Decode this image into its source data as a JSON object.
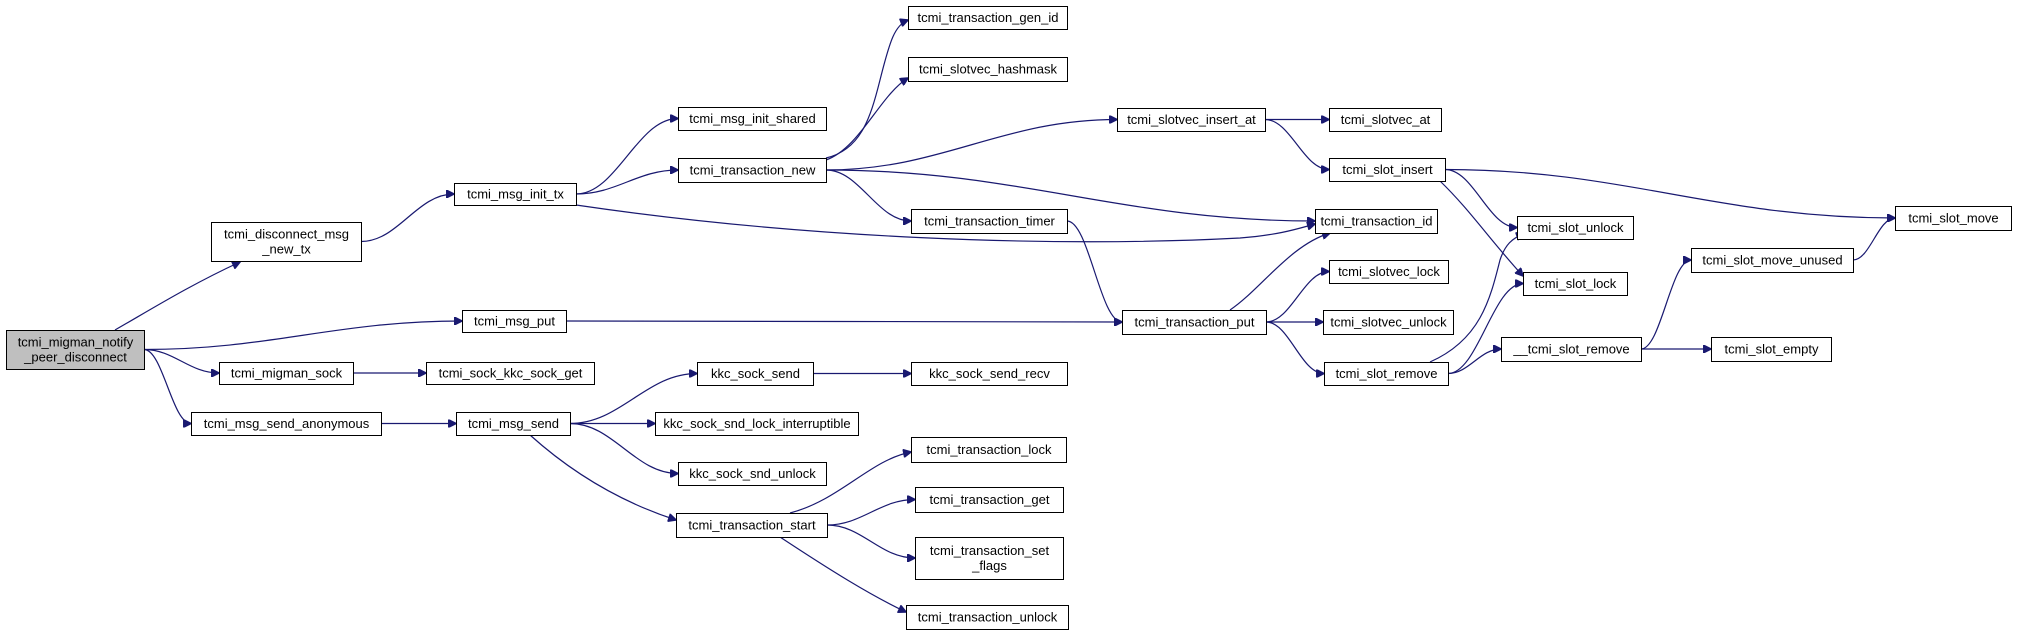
{
  "diagram": {
    "root": "tcmi_migman_notify_peer_disconnect",
    "nodes": [
      {
        "id": "root",
        "lines": [
          "tcmi_migman_notify",
          "_peer_disconnect"
        ]
      },
      {
        "id": "disconnect_msg_new_tx",
        "lines": [
          "tcmi_disconnect_msg",
          "_new_tx"
        ]
      },
      {
        "id": "msg_init_tx",
        "lines": [
          "tcmi_msg_init_tx"
        ]
      },
      {
        "id": "msg_init_shared",
        "lines": [
          "tcmi_msg_init_shared"
        ]
      },
      {
        "id": "transaction_new",
        "lines": [
          "tcmi_transaction_new"
        ]
      },
      {
        "id": "transaction_gen_id",
        "lines": [
          "tcmi_transaction_gen_id"
        ]
      },
      {
        "id": "slotvec_hashmask",
        "lines": [
          "tcmi_slotvec_hashmask"
        ]
      },
      {
        "id": "slotvec_insert_at",
        "lines": [
          "tcmi_slotvec_insert_at"
        ]
      },
      {
        "id": "slotvec_at",
        "lines": [
          "tcmi_slotvec_at"
        ]
      },
      {
        "id": "slot_insert",
        "lines": [
          "tcmi_slot_insert"
        ]
      },
      {
        "id": "transaction_id",
        "lines": [
          "tcmi_transaction_id"
        ]
      },
      {
        "id": "transaction_timer",
        "lines": [
          "tcmi_transaction_timer"
        ]
      },
      {
        "id": "slot_unlock",
        "lines": [
          "tcmi_slot_unlock"
        ]
      },
      {
        "id": "slot_move",
        "lines": [
          "tcmi_slot_move"
        ]
      },
      {
        "id": "slotvec_lock",
        "lines": [
          "tcmi_slotvec_lock"
        ]
      },
      {
        "id": "slot_lock",
        "lines": [
          "tcmi_slot_lock"
        ]
      },
      {
        "id": "slot_move_unused",
        "lines": [
          "tcmi_slot_move_unused"
        ]
      },
      {
        "id": "msg_put",
        "lines": [
          "tcmi_msg_put"
        ]
      },
      {
        "id": "transaction_put",
        "lines": [
          "tcmi_transaction_put"
        ]
      },
      {
        "id": "slotvec_unlock",
        "lines": [
          "tcmi_slotvec_unlock"
        ]
      },
      {
        "id": "slot_remove_internal",
        "lines": [
          "__tcmi_slot_remove"
        ]
      },
      {
        "id": "slot_empty",
        "lines": [
          "tcmi_slot_empty"
        ]
      },
      {
        "id": "slot_remove",
        "lines": [
          "tcmi_slot_remove"
        ]
      },
      {
        "id": "migman_sock",
        "lines": [
          "tcmi_migman_sock"
        ]
      },
      {
        "id": "sock_kkc_sock_get",
        "lines": [
          "tcmi_sock_kkc_sock_get"
        ]
      },
      {
        "id": "kkc_sock_send",
        "lines": [
          "kkc_sock_send"
        ]
      },
      {
        "id": "kkc_sock_send_recv",
        "lines": [
          "kkc_sock_send_recv"
        ]
      },
      {
        "id": "msg_send_anonymous",
        "lines": [
          "tcmi_msg_send_anonymous"
        ]
      },
      {
        "id": "msg_send",
        "lines": [
          "tcmi_msg_send"
        ]
      },
      {
        "id": "kkc_sock_snd_lock_interruptible",
        "lines": [
          "kkc_sock_snd_lock_interruptible"
        ]
      },
      {
        "id": "kkc_sock_snd_unlock",
        "lines": [
          "kkc_sock_snd_unlock"
        ]
      },
      {
        "id": "transaction_start",
        "lines": [
          "tcmi_transaction_start"
        ]
      },
      {
        "id": "transaction_lock",
        "lines": [
          "tcmi_transaction_lock"
        ]
      },
      {
        "id": "transaction_get",
        "lines": [
          "tcmi_transaction_get"
        ]
      },
      {
        "id": "transaction_set_flags",
        "lines": [
          "tcmi_transaction_set",
          "_flags"
        ]
      },
      {
        "id": "transaction_unlock",
        "lines": [
          "tcmi_transaction_unlock"
        ]
      }
    ],
    "edges": [
      [
        "root",
        "disconnect_msg_new_tx"
      ],
      [
        "root",
        "msg_put"
      ],
      [
        "root",
        "migman_sock"
      ],
      [
        "root",
        "msg_send_anonymous"
      ],
      [
        "disconnect_msg_new_tx",
        "msg_init_tx"
      ],
      [
        "msg_init_tx",
        "msg_init_shared"
      ],
      [
        "msg_init_tx",
        "transaction_new"
      ],
      [
        "msg_init_tx",
        "transaction_id"
      ],
      [
        "transaction_new",
        "transaction_gen_id"
      ],
      [
        "transaction_new",
        "slotvec_hashmask"
      ],
      [
        "transaction_new",
        "slotvec_insert_at"
      ],
      [
        "transaction_new",
        "transaction_id"
      ],
      [
        "transaction_new",
        "transaction_timer"
      ],
      [
        "slotvec_insert_at",
        "slotvec_at"
      ],
      [
        "slotvec_insert_at",
        "slot_insert"
      ],
      [
        "slot_insert",
        "slot_unlock"
      ],
      [
        "slot_insert",
        "slot_lock"
      ],
      [
        "slot_insert",
        "slot_move"
      ],
      [
        "transaction_timer",
        "transaction_put"
      ],
      [
        "msg_put",
        "transaction_put"
      ],
      [
        "transaction_put",
        "transaction_id"
      ],
      [
        "transaction_put",
        "slotvec_lock"
      ],
      [
        "transaction_put",
        "slotvec_unlock"
      ],
      [
        "transaction_put",
        "slot_remove"
      ],
      [
        "slot_remove",
        "slot_unlock"
      ],
      [
        "slot_remove",
        "slot_lock"
      ],
      [
        "slot_remove",
        "slot_remove_internal"
      ],
      [
        "slot_remove_internal",
        "slot_move_unused"
      ],
      [
        "slot_remove_internal",
        "slot_empty"
      ],
      [
        "slot_move_unused",
        "slot_move"
      ],
      [
        "migman_sock",
        "sock_kkc_sock_get"
      ],
      [
        "msg_send_anonymous",
        "msg_send"
      ],
      [
        "msg_send",
        "kkc_sock_send"
      ],
      [
        "msg_send",
        "kkc_sock_snd_lock_interruptible"
      ],
      [
        "msg_send",
        "kkc_sock_snd_unlock"
      ],
      [
        "msg_send",
        "transaction_start"
      ],
      [
        "kkc_sock_send",
        "kkc_sock_send_recv"
      ],
      [
        "transaction_start",
        "transaction_lock"
      ],
      [
        "transaction_start",
        "transaction_get"
      ],
      [
        "transaction_start",
        "transaction_set_flags"
      ],
      [
        "transaction_start",
        "transaction_unlock"
      ]
    ]
  }
}
